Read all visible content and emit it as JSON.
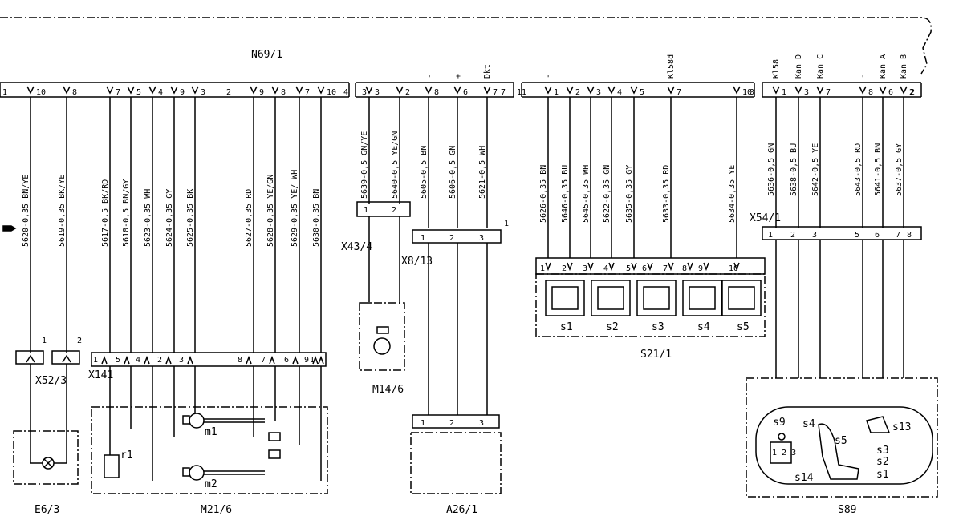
{
  "ecu": {
    "label": "N69/1",
    "top_labels": [
      "-",
      "+",
      "Dkt",
      "-",
      "Kl58d",
      "Kl58",
      "Kan D",
      "Kan C",
      "-",
      "Kan A",
      "Kan B"
    ],
    "group_numbers": [
      "1",
      "2",
      "4",
      "3",
      "7",
      "11",
      "3",
      "2"
    ],
    "pins": [
      "10",
      "8",
      "7",
      "5",
      "4",
      "9",
      "3",
      "9",
      "8",
      "7",
      "10",
      "3",
      "2",
      "8",
      "6",
      "7",
      "1",
      "2",
      "3",
      "4",
      "5",
      "7",
      "10",
      "1",
      "3",
      "7",
      "8",
      "6",
      "2"
    ]
  },
  "wires": [
    "5620-0,35 BN/YE",
    "5619-0,35 BK/YE",
    "5617-0,5 BK/RD",
    "5618-0,5 BN/GY",
    "5623-0,35 WH",
    "5624-0,35 GY",
    "5625-0,35 BK",
    "5627-0,35 RD",
    "5628-0,35 YE/GN",
    "5629-0,35 YE/ WH",
    "5630-0,35 BN",
    "5639-0,5 GN/YE",
    "5640-0,5 YE/GN",
    "5605-0,5 BN",
    "5606-0,5 GN",
    "5621-0,5 WH",
    "5626-0,35 BN",
    "5646-0,35 BU",
    "5645-0,35 WH",
    "5622-0,35 GN",
    "5635-0,35 GY",
    "5633-0,35 RD",
    "5634-0,35 YE",
    "5636-0,5 GN",
    "5638-0,5 BU",
    "5642-0,5 YE",
    "5643-0,5 RD",
    "5641-0,5 BN",
    "5637-0,5 GY"
  ],
  "connectors": {
    "x52_3": "X52/3",
    "x52_3_pins": [
      "1",
      "2"
    ],
    "x141": "X141",
    "x141_pins": [
      "1",
      "5",
      "4",
      "2",
      "3",
      "8",
      "7",
      "6",
      "9",
      "1"
    ],
    "x43_4": "X43/4",
    "x43_4_pins": [
      "1",
      "2"
    ],
    "x8_13": "X8/13",
    "x8_13_pins": [
      "1",
      "2",
      "3"
    ],
    "x8_13_side": "1",
    "x54_1": "X54/1",
    "x54_1_pins": [
      "1",
      "2",
      "3",
      "5",
      "6",
      "7",
      "8"
    ],
    "s21_pins": [
      "1",
      "2",
      "3",
      "4",
      "5",
      "6",
      "7",
      "8",
      "9",
      "10"
    ],
    "a26_pins": [
      "1",
      "2",
      "3"
    ]
  },
  "components": {
    "e6_3": "E6/3",
    "m21_6": "M21/6",
    "m14_6": "M14/6",
    "a26_1": "A26/1",
    "s21_1": "S21/1",
    "s89": "S89",
    "m21_labels": [
      "m1",
      "m2",
      "r1"
    ],
    "s21_switch_labels": [
      "s1",
      "s2",
      "s3",
      "s4",
      "s5"
    ],
    "s89_labels": [
      "s9",
      "s4",
      "s5",
      "s13",
      "s3",
      "s2",
      "s1",
      "s14"
    ],
    "s89_knob": "1 2 3"
  },
  "pointer_icon": "hand-pointer-icon"
}
